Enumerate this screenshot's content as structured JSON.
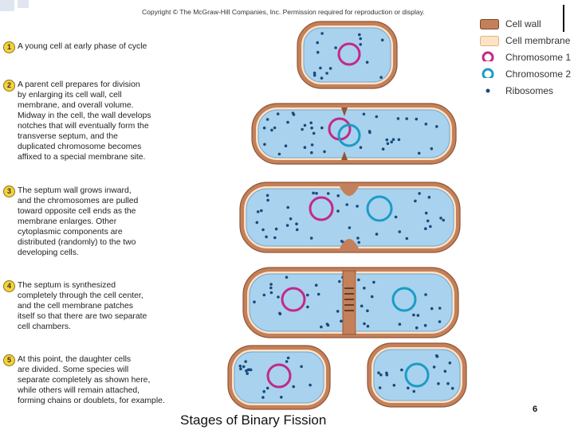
{
  "header": {
    "copyright": "Copyright © The McGraw-Hill Companies, Inc. Permission required for reproduction or display."
  },
  "steps": [
    {
      "num": "1",
      "text": "A young cell at early phase of cycle"
    },
    {
      "num": "2",
      "text": "A parent cell prepares for division\nby enlarging its cell wall, cell\nmembrane, and overall volume.\nMidway in the cell, the wall develops\nnotches that will eventually form the\ntransverse septum, and the\nduplicated chromosome becomes\naffixed to a special membrane site."
    },
    {
      "num": "3",
      "text": "The septum wall grows inward,\nand the chromosomes are pulled\ntoward opposite cell ends as the\nmembrane enlarges. Other\ncytoplasmic components are\ndistributed (randomly) to the two\ndeveloping cells."
    },
    {
      "num": "4",
      "text": "The septum is synthesized\ncompletely through the cell center,\nand the cell membrane  patches\nitself so that there are two separate\ncell chambers."
    },
    {
      "num": "5",
      "text": "At this point, the daughter cells\nare divided. Some species will\nseparate completely as shown here,\nwhile others will remain attached,\nforming chains or doublets, for example."
    }
  ],
  "legend": [
    {
      "label": "Cell wall",
      "kind": "swatch",
      "color": "#c4805a"
    },
    {
      "label": "Cell membrane",
      "kind": "swatch",
      "color": "#fde3c4"
    },
    {
      "label": "Chromosome 1",
      "kind": "ring",
      "color": "#c2298a"
    },
    {
      "label": "Chromosome 2",
      "kind": "ring",
      "color": "#1c9cc4"
    },
    {
      "label": "Ribosomes",
      "kind": "dot",
      "color": "#1a4a7a"
    }
  ],
  "caption": "Stages of Binary Fission",
  "page_number": "6",
  "colors": {
    "cell_wall": "#c4805a",
    "cell_wall_dark": "#8e5636",
    "cell_membrane": "#fde3c4",
    "cytoplasm": "#a9d2ef",
    "cytoplasm_edge": "#6fa6d4",
    "chromosome1": "#c2298a",
    "chromosome2": "#1c9cc4",
    "ribosome": "#1a4a7a"
  }
}
